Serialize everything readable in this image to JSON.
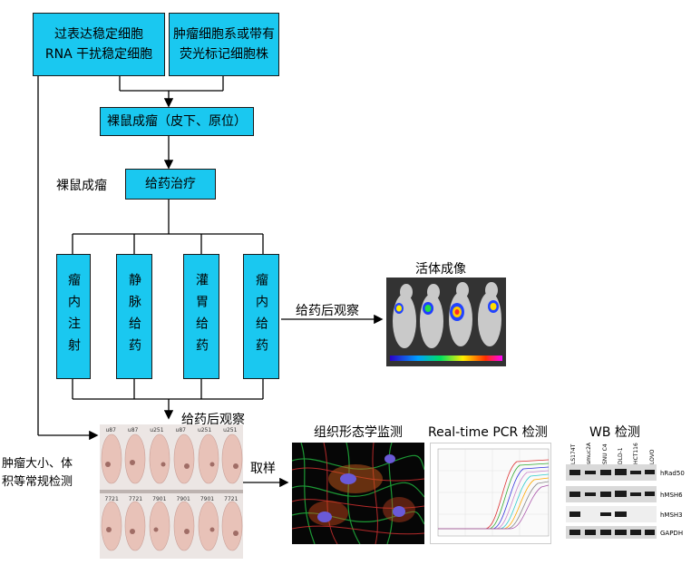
{
  "box1": {
    "line1": "过表达稳定细胞",
    "line2": "RNA 干扰稳定细胞"
  },
  "box2": {
    "line1": "肿瘤细胞系或带有",
    "line2": "荧光标记细胞株"
  },
  "box3": {
    "text": "裸鼠成瘤（皮下、原位）"
  },
  "side_label": "裸鼠成瘤",
  "box4": {
    "text": "给药治疗"
  },
  "routes": [
    "瘤内注射",
    "静脉给药",
    "灌胃给药",
    "瘤内给药"
  ],
  "observe_right": "给药后观察",
  "live_imaging": "活体成像",
  "observe_below": "给药后观察",
  "tumor_monitor": {
    "line1": "肿瘤大小、体",
    "line2": "积等常规检测"
  },
  "sampling": "取样",
  "histology": "组织形态学监测",
  "pcr": "Real-time PCR 检测",
  "wb": "WB 检测",
  "mice_top": [
    "u87",
    "u87",
    "u251",
    "u87",
    "u251",
    "u251"
  ],
  "mice_bottom": [
    "7721",
    "7721",
    "7901",
    "7901",
    "7901",
    "7721"
  ],
  "wb_lanes": [
    "LS174T",
    "smuc2A",
    "SNU C4",
    "DLD-1",
    "HCT116",
    "LOVO"
  ],
  "wb_bands": [
    "hRad50",
    "hMSH6",
    "hMSH3",
    "GAPDH"
  ]
}
